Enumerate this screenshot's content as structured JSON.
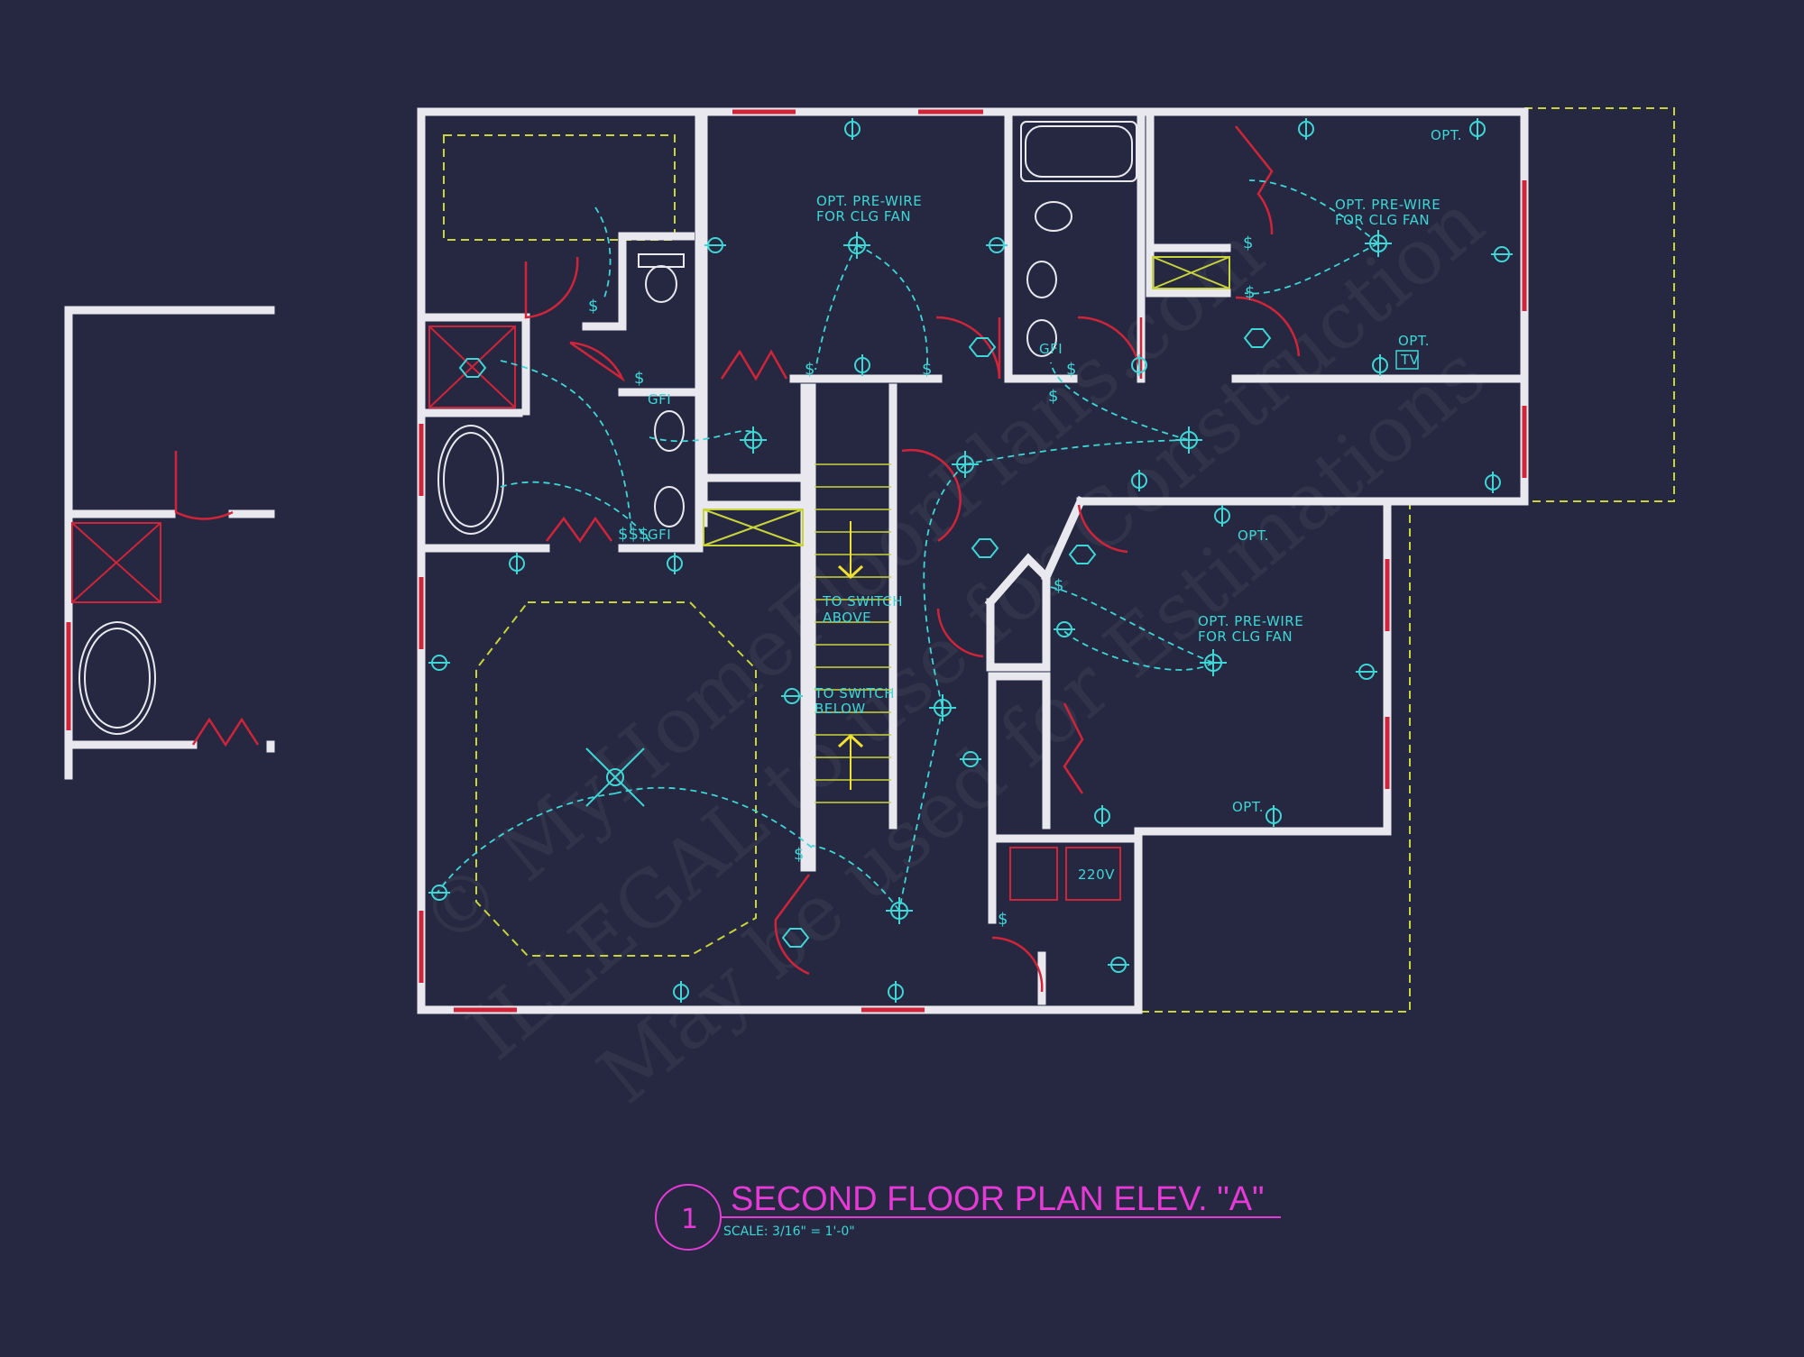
{
  "drawing": {
    "number": "1",
    "title": "SECOND FLOOR PLAN ELEV. \"A\"",
    "scale": "SCALE: 3/16\" = 1'-0\""
  },
  "watermark": {
    "line1": "© MyHomeFloorPlans.com",
    "line2": "ILLEGAL to use for Construction",
    "line3": "May be used for Estimations"
  },
  "notes": {
    "fan_prewire_a_1": "OPT. PRE-WIRE",
    "fan_prewire_a_2": "FOR CLG FAN",
    "fan_prewire_b_1": "OPT. PRE-WIRE",
    "fan_prewire_b_2": "FOR CLG FAN",
    "fan_prewire_c_1": "OPT. PRE-WIRE",
    "fan_prewire_c_2": "FOR CLG FAN",
    "switch_above_1": "TO SWITCH",
    "switch_above_2": "ABOVE",
    "switch_below_1": "TO SWITCH",
    "switch_below_2": "BELOW",
    "opt_tv": "OPT.",
    "tv": "TV",
    "opt_1": "OPT.",
    "opt_2": "OPT.",
    "opt_3": "OPT.",
    "volt_220": "220V",
    "gfi_1": "GFI",
    "gfi_2": "GFI",
    "gfi_3": "GFI"
  },
  "colors": {
    "background": "#252840",
    "wall": "#e8e8ee",
    "window": "#d0243a",
    "wiring": "#3fd6d6",
    "cabinet": "#c8d43a",
    "title": "#e63ad6"
  }
}
